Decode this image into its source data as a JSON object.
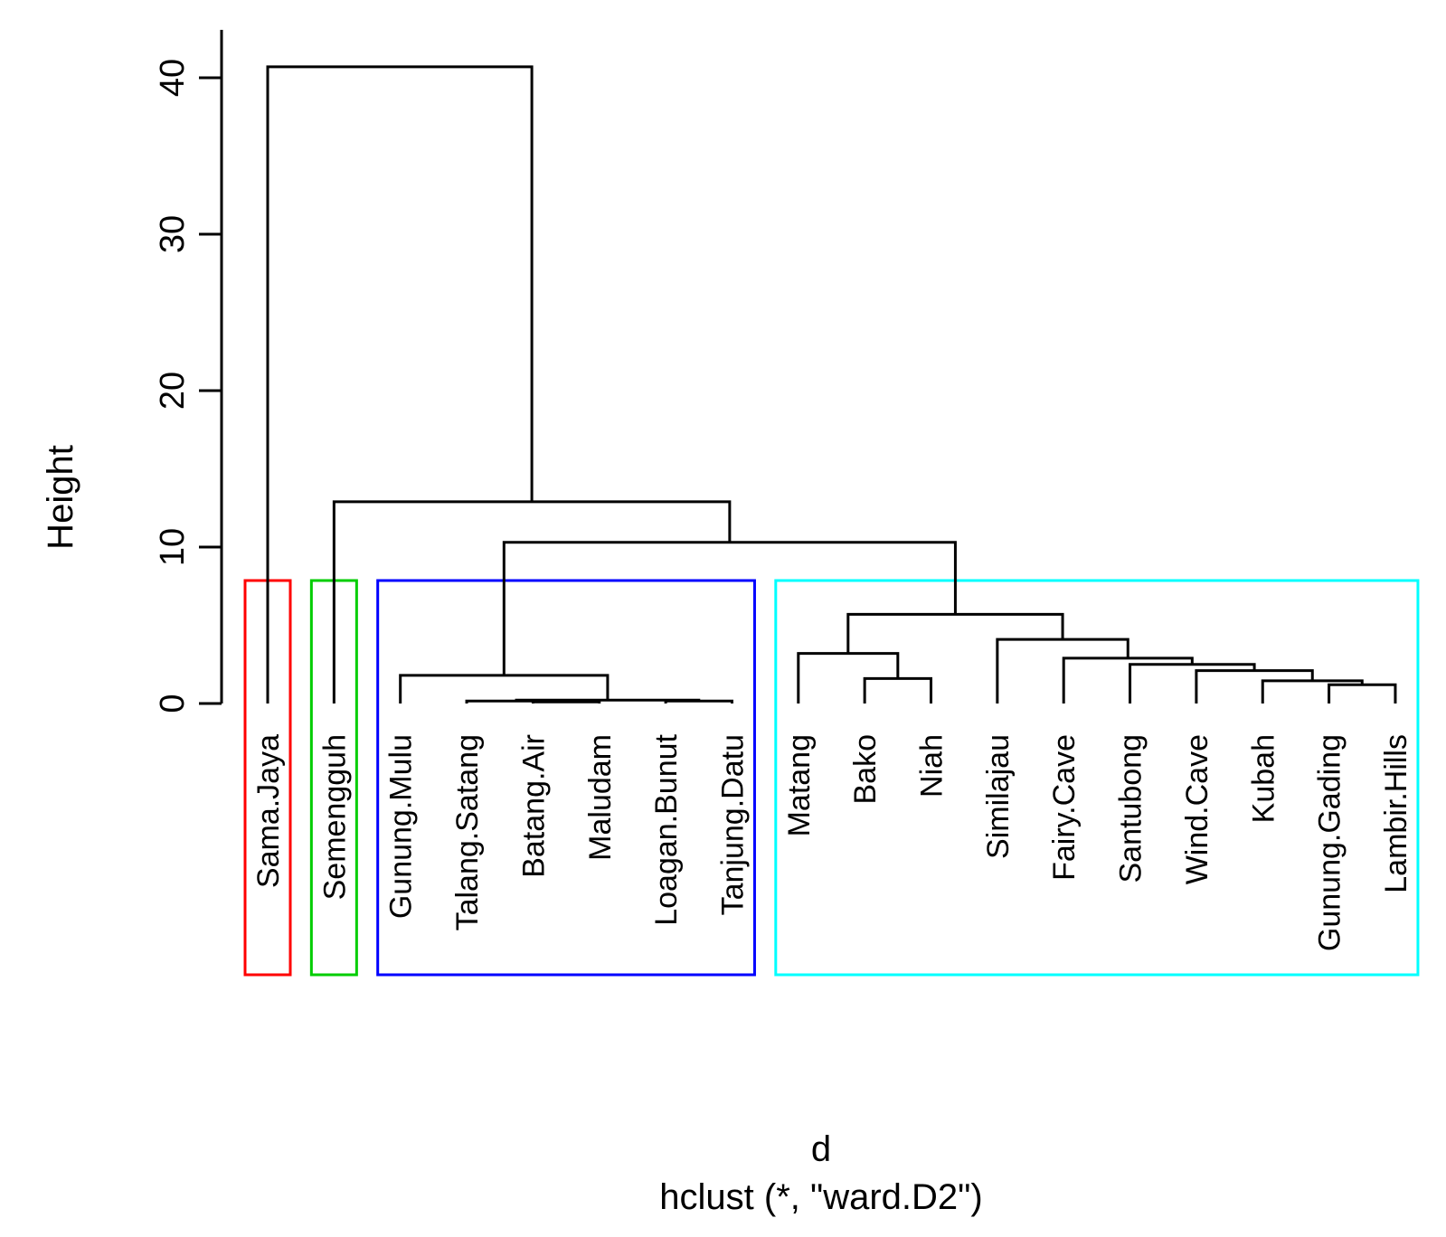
{
  "figure": {
    "background": "#FFFFFF",
    "y_axis": {
      "label": "Height",
      "ticks": [
        0,
        10,
        20,
        30,
        40
      ]
    },
    "captions": {
      "xlabel": "d",
      "subtitle": "hclust (*, \"ward.D2\")"
    }
  },
  "colors": {
    "branch": "#000000",
    "axis": "#000000",
    "box_red": "#FF0000",
    "box_green": "#00CD00",
    "box_blue": "#0000FF",
    "box_cyan": "#00FFFF"
  },
  "chart_data": {
    "type": "dendrogram",
    "ylabel": "Height",
    "xlabel": "d",
    "subtitle": "hclust (*, \"ward.D2\")",
    "ylim": [
      0,
      43
    ],
    "y_ticks": [
      0,
      10,
      20,
      30,
      40
    ],
    "grid": false,
    "leaves": [
      "Sama.Jaya",
      "Semengguh",
      "Gunung.Mulu",
      "Talang.Satang",
      "Batang.Air",
      "Maludam",
      "Loagan.Bunut",
      "Tanjung.Datu",
      "Matang",
      "Bako",
      "Niah",
      "Similajau",
      "Fairy.Cave",
      "Santubong",
      "Wind.Cave",
      "Kubah",
      "Gunung.Gading",
      "Lambir.Hills"
    ],
    "merges": [
      {
        "id": "n1",
        "a": "Batang.Air",
        "b": "Maludam",
        "h": 0.1
      },
      {
        "id": "n2",
        "a": "Talang.Satang",
        "b": "n1",
        "h": 0.16
      },
      {
        "id": "n3",
        "a": "Loagan.Bunut",
        "b": "Tanjung.Datu",
        "h": 0.16
      },
      {
        "id": "n4",
        "a": "n2",
        "b": "n3",
        "h": 0.22
      },
      {
        "id": "n5",
        "a": "Gunung.Mulu",
        "b": "n4",
        "h": 1.8
      },
      {
        "id": "n6",
        "a": "Bako",
        "b": "Niah",
        "h": 1.6
      },
      {
        "id": "n7",
        "a": "Matang",
        "b": "n6",
        "h": 3.2
      },
      {
        "id": "n8",
        "a": "Gunung.Gading",
        "b": "Lambir.Hills",
        "h": 1.2
      },
      {
        "id": "n9",
        "a": "Kubah",
        "b": "n8",
        "h": 1.45
      },
      {
        "id": "n10",
        "a": "Wind.Cave",
        "b": "n9",
        "h": 2.1
      },
      {
        "id": "n11",
        "a": "Santubong",
        "b": "n10",
        "h": 2.5
      },
      {
        "id": "n12",
        "a": "Fairy.Cave",
        "b": "n11",
        "h": 2.9
      },
      {
        "id": "n13",
        "a": "Similajau",
        "b": "n12",
        "h": 4.1
      },
      {
        "id": "n14",
        "a": "n7",
        "b": "n13",
        "h": 5.7
      },
      {
        "id": "n15",
        "a": "n5",
        "b": "n14",
        "h": 10.3
      },
      {
        "id": "n16",
        "a": "Semengguh",
        "b": "n15",
        "h": 12.9
      },
      {
        "id": "root",
        "a": "Sama.Jaya",
        "b": "n16",
        "h": 40.7
      }
    ],
    "cluster_boxes": [
      {
        "color": "#FF0000",
        "from": 1,
        "to": 1,
        "name": "red-cluster-sama-jaya"
      },
      {
        "color": "#00CD00",
        "from": 2,
        "to": 2,
        "name": "green-cluster-semengguh"
      },
      {
        "color": "#0000FF",
        "from": 3,
        "to": 8,
        "name": "blue-cluster"
      },
      {
        "color": "#00FFFF",
        "from": 9,
        "to": 18,
        "name": "cyan-cluster"
      }
    ]
  }
}
